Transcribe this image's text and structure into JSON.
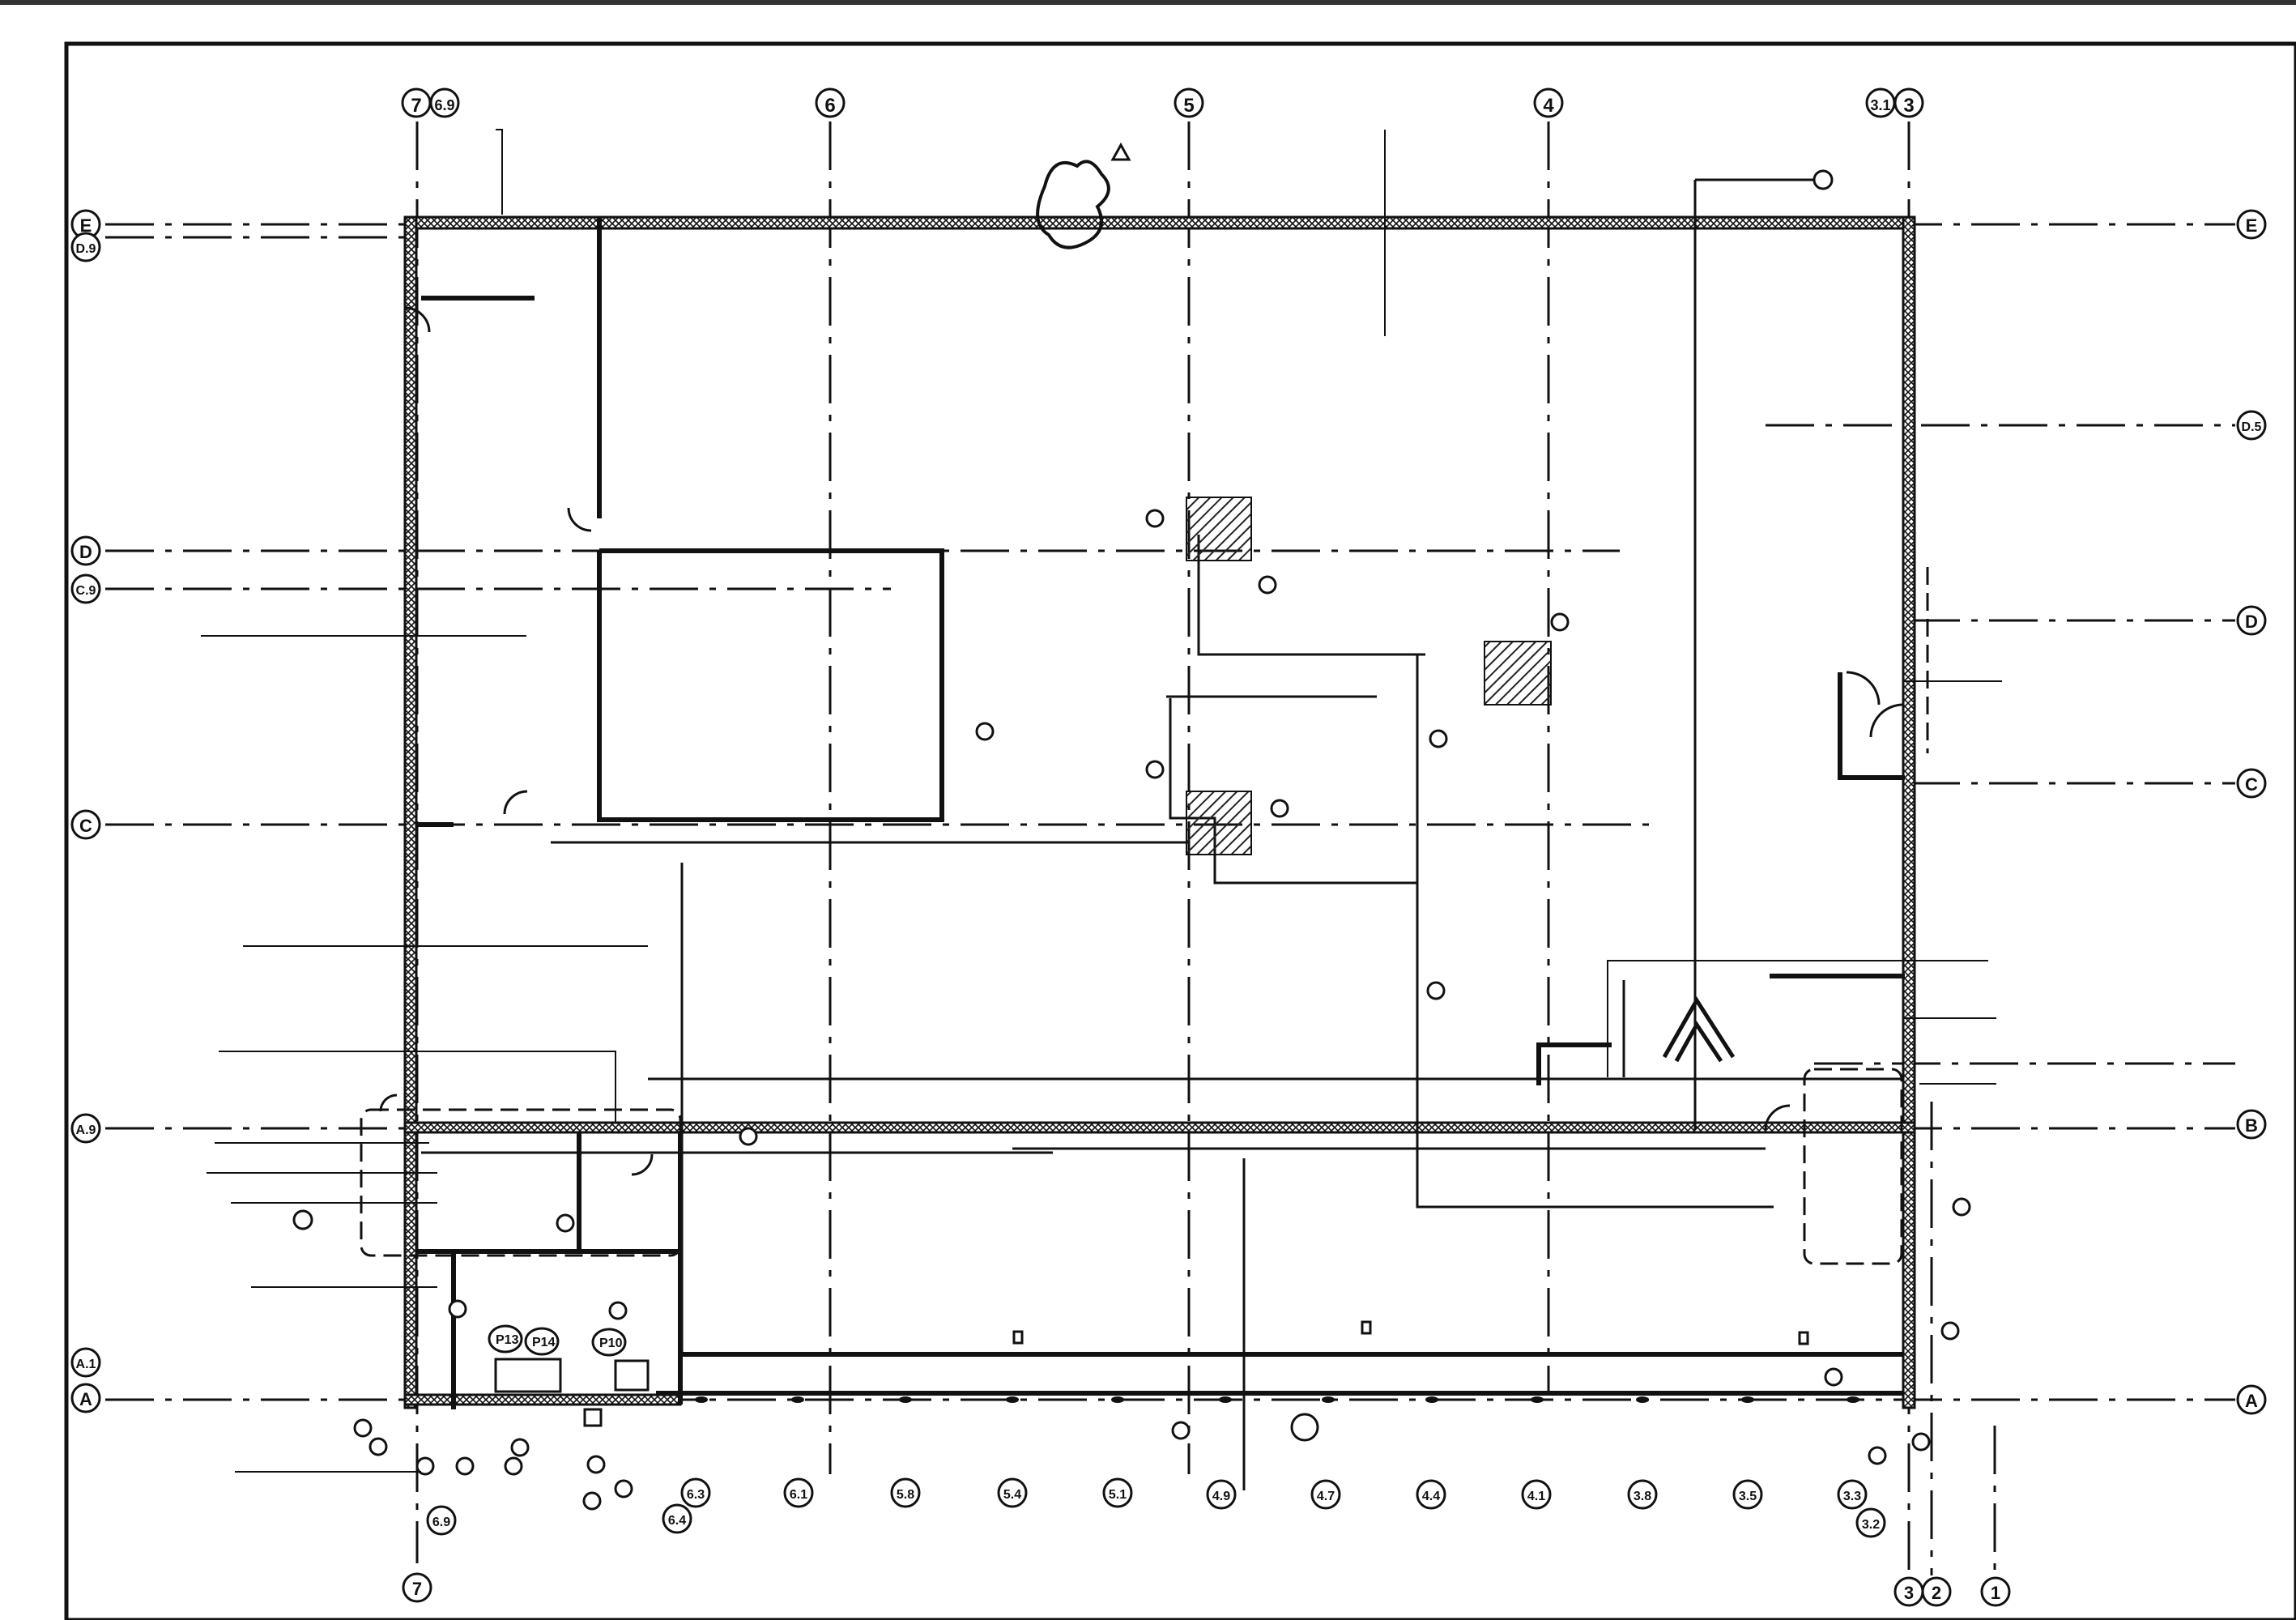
{
  "sheet": {
    "stamp_line_1": "",
    "stamp_line_2": ""
  },
  "grid_top": [
    "7",
    "6.9",
    "6",
    "5",
    "4",
    "3.1",
    "3"
  ],
  "grid_bottom": [
    "6.9",
    "6.4",
    "6.3",
    "6.1",
    "5.8",
    "5.4",
    "5.1",
    "4.9",
    "4.7",
    "4.4",
    "4.1",
    "3.8",
    "3.5",
    "3.3",
    "3.2",
    "3",
    "2",
    "1"
  ],
  "grid_bottom_extra": [
    "7"
  ],
  "grid_left": [
    "E",
    "D.9",
    "D",
    "C.9",
    "C",
    "A.9",
    "A.1",
    "A"
  ],
  "grid_right": [
    "E",
    "D.5",
    "D",
    "C",
    "B",
    "A"
  ],
  "tags": {
    "p13": "P13",
    "p14": "P14",
    "p10": "P10"
  },
  "colors": {
    "line": "#111111",
    "paper": "#ffffff",
    "hatch": "#222222"
  }
}
